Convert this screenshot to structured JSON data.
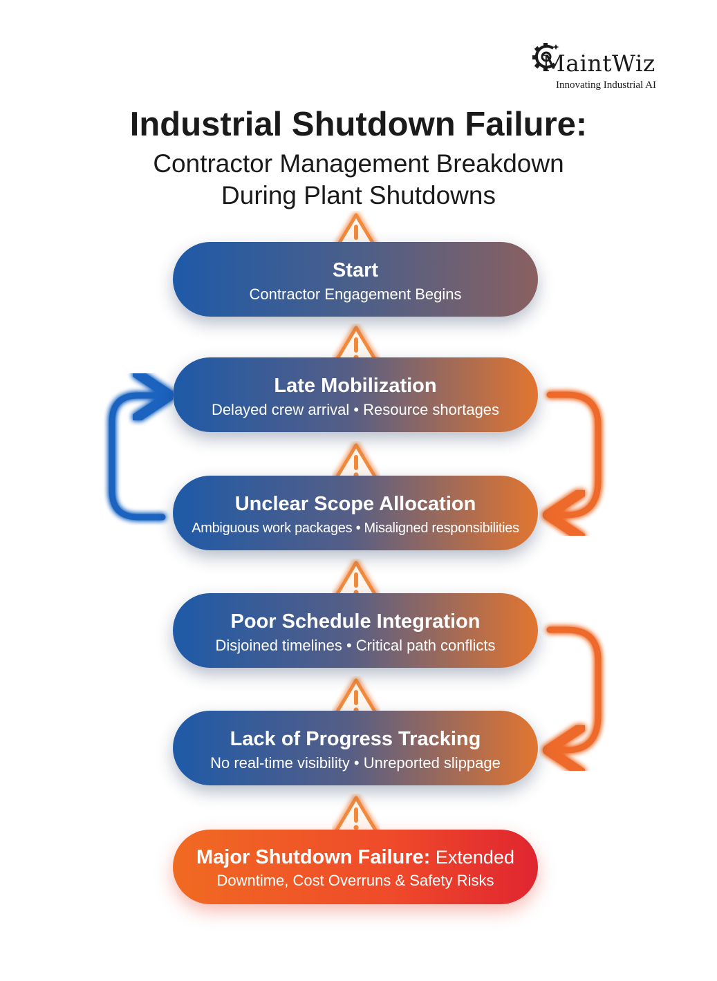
{
  "logo": {
    "name": "MaintWiz",
    "tagline": "Innovating Industrial AI"
  },
  "title": "Industrial Shutdown Failure:",
  "subtitle": [
    "Contractor Management Breakdown",
    "During Plant Shutdowns"
  ],
  "steps": [
    {
      "title": "Start",
      "description": "Contractor Engagement Begins"
    },
    {
      "title": "Late Mobilization",
      "description": "Delayed crew arrival • Resource shortages"
    },
    {
      "title": "Unclear Scope Allocation",
      "description": "Ambiguous work packages • Misaligned responsibilities"
    },
    {
      "title": "Poor Schedule Integration",
      "description": "Disjoined timelines • Critical path conflicts"
    },
    {
      "title": "Lack of Progress Tracking",
      "description": "No real-time visibility • Unreported slippage"
    }
  ],
  "final": {
    "title": "Major Shutdown Failure:",
    "line1_rest": "Extended",
    "line2": "Downtime, Cost Overruns & Safety Risks"
  },
  "icons": {
    "warning": "warning-triangle-icon",
    "loop": "curved-arrow-icon",
    "logo": "gear-icon"
  },
  "colors": {
    "blue": "#1e5aa8",
    "orange": "#e27530",
    "red": "#e02530",
    "warning_glow": "#f28a3c",
    "loop_blue": "#1f63c0",
    "loop_orange": "#ee6a2a"
  }
}
